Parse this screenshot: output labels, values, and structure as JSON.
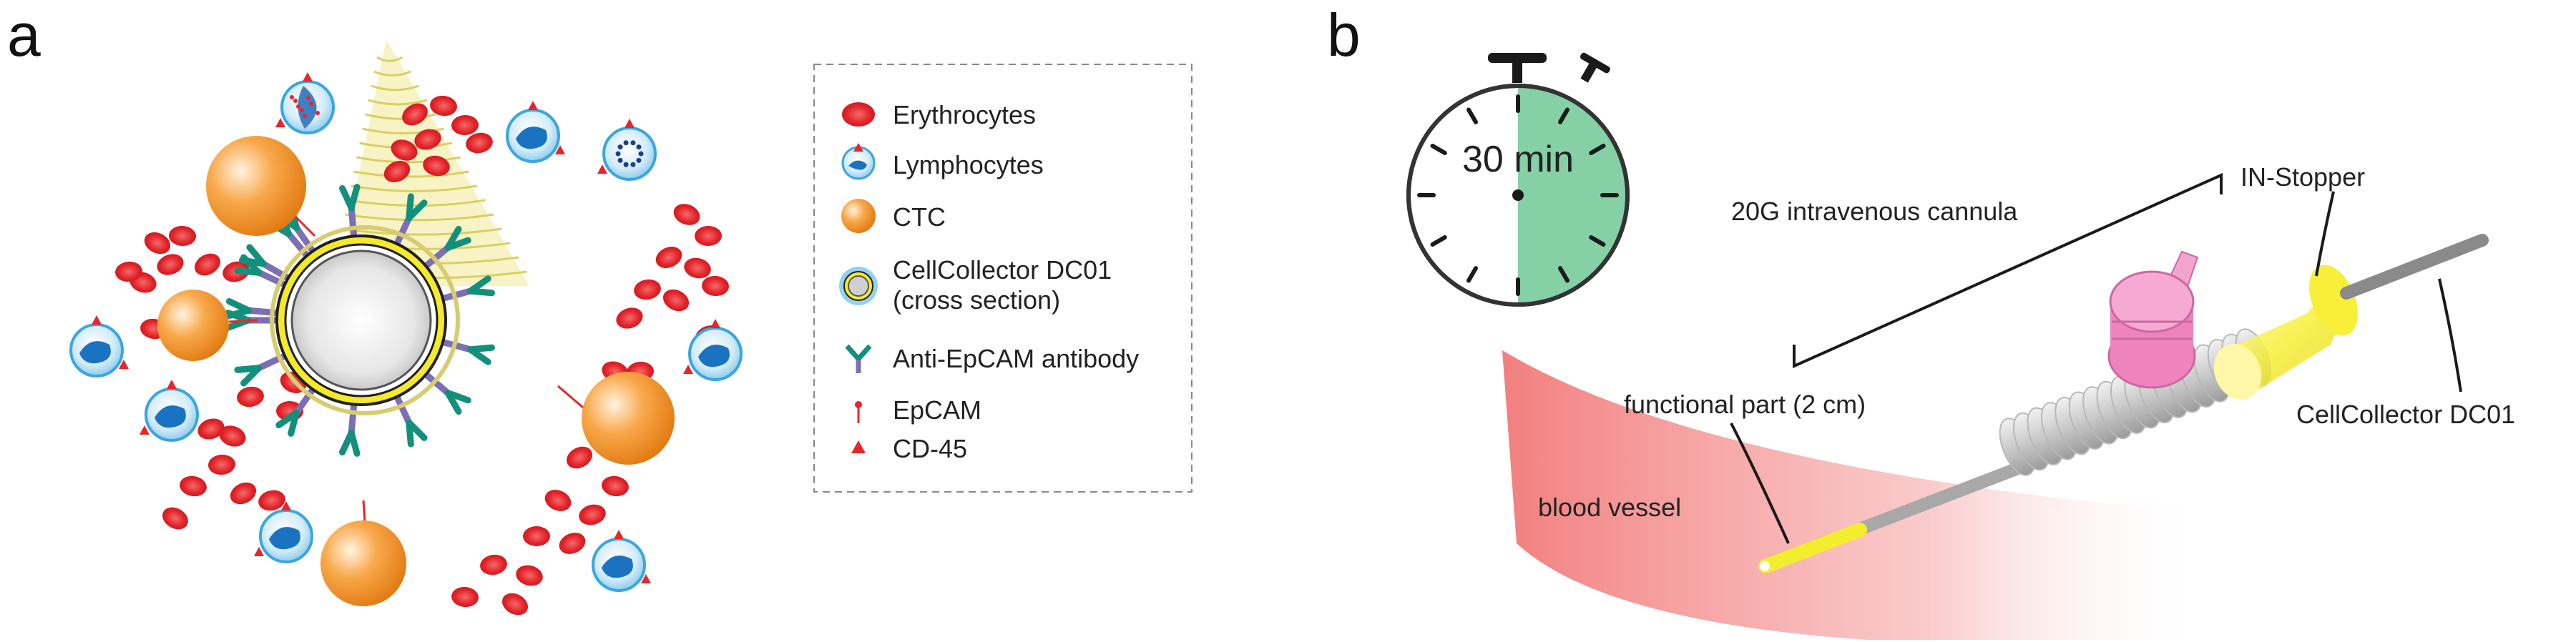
{
  "panel_a": {
    "letter": "a",
    "legend": {
      "items": [
        {
          "label": "Erythrocytes",
          "icon": "erythrocyte-icon"
        },
        {
          "label": "Lymphocytes",
          "icon": "lymphocyte-icon"
        },
        {
          "label": "CTC",
          "icon": "ctc-icon"
        },
        {
          "label": "CellCollector DC01",
          "label2": "(cross section)",
          "icon": "cellcollector-cross-section-icon"
        },
        {
          "label": "Anti-EpCAM antibody",
          "icon": "antibody-icon"
        },
        {
          "label": "EpCAM",
          "icon": "epcam-icon"
        },
        {
          "label": "CD-45",
          "icon": "cd45-icon"
        }
      ]
    }
  },
  "panel_b": {
    "letter": "b",
    "timer": {
      "label": "30 min"
    },
    "labels": {
      "cannula": "20G intravenous cannula",
      "stopper": "IN-Stopper",
      "functional_part": "functional part (2 cm)",
      "vessel": "blood vessel",
      "device": "CellCollector DC01"
    }
  },
  "colors": {
    "erythrocyte": "#e8262a",
    "ctc": "#f59a2e",
    "lymphocyte": "#3aa6e0",
    "antibody_teal": "#13907d",
    "antibody_purple": "#7d6fb3",
    "timer_fill": "#86d0a6",
    "vessel": "#f49a9a",
    "device_yellow": "#f5f23a",
    "stopper_pink": "#ef83c0"
  }
}
